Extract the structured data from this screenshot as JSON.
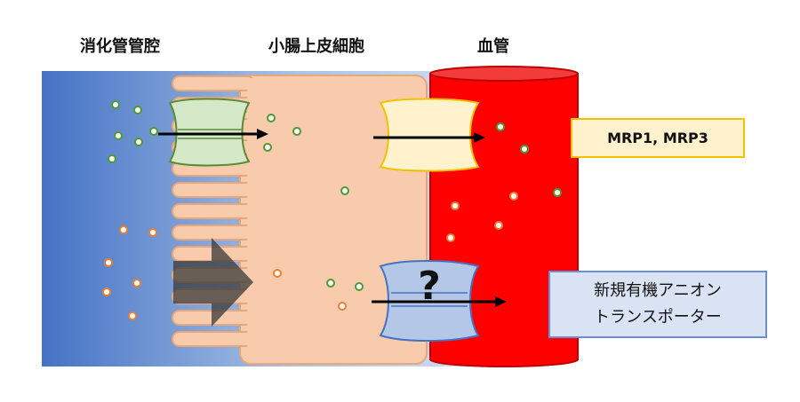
{
  "headers": {
    "lumen": "消化管管腔",
    "epithelium": "小腸上皮細胞",
    "blood_vessel": "血管"
  },
  "labels": {
    "mrp": "MRP1, MRP3",
    "novel_line1": "新規有機アニオン",
    "novel_line2": "トランスポーター",
    "unknown_mark": "?"
  },
  "colors": {
    "lumen_dark": "#4472c4",
    "cell_fill": "#f8cbad",
    "cell_border": "#e6a77a",
    "vessel_red": "#ff0000",
    "vessel_top": "#f23c3c",
    "vessel_border": "#c00000",
    "green_transporter": "#d5e8c7",
    "yellow_transporter": "#fff2cc",
    "blue_transporter": "#b4c7e7",
    "green_dot": "#4e9a32",
    "orange_dot": "#ed7d31"
  },
  "icons": {
    "green_transporter": "membrane-transporter-icon",
    "yellow_transporter": "membrane-transporter-icon",
    "blue_transporter": "membrane-transporter-icon",
    "big_arrow": "block-arrow-icon"
  }
}
